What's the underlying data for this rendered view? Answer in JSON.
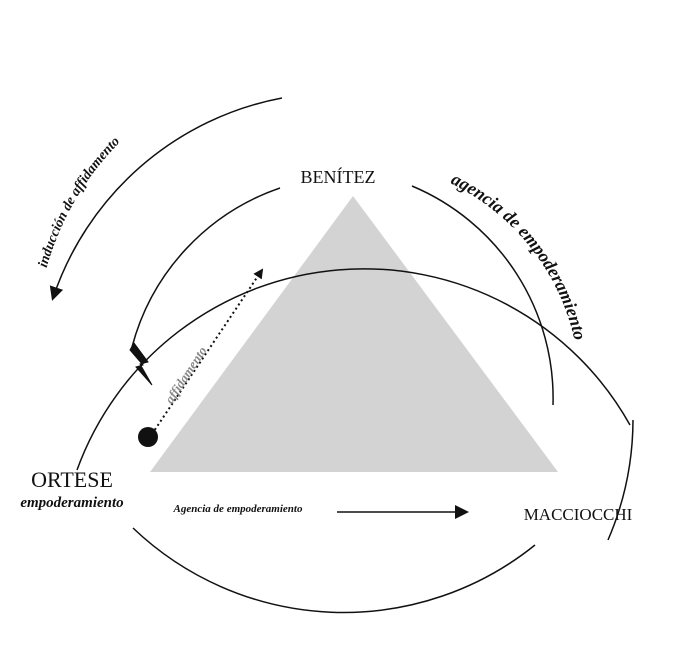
{
  "nodes": {
    "top": "BENÍTEZ",
    "left": "ORTESE",
    "left_sub": "empoderamiento",
    "right": "MACCIOCCHI"
  },
  "labels": {
    "outer_left_arc": "inducción de affidamento",
    "outer_right_arc": "agencia de empoderamiento",
    "inner_dotted": "affidamento",
    "bottom_arrow": "Agencia de  empoderamiento"
  },
  "colors": {
    "triangle": "#d3d3d3",
    "ink": "#111111",
    "dotted_label": "#888888"
  }
}
